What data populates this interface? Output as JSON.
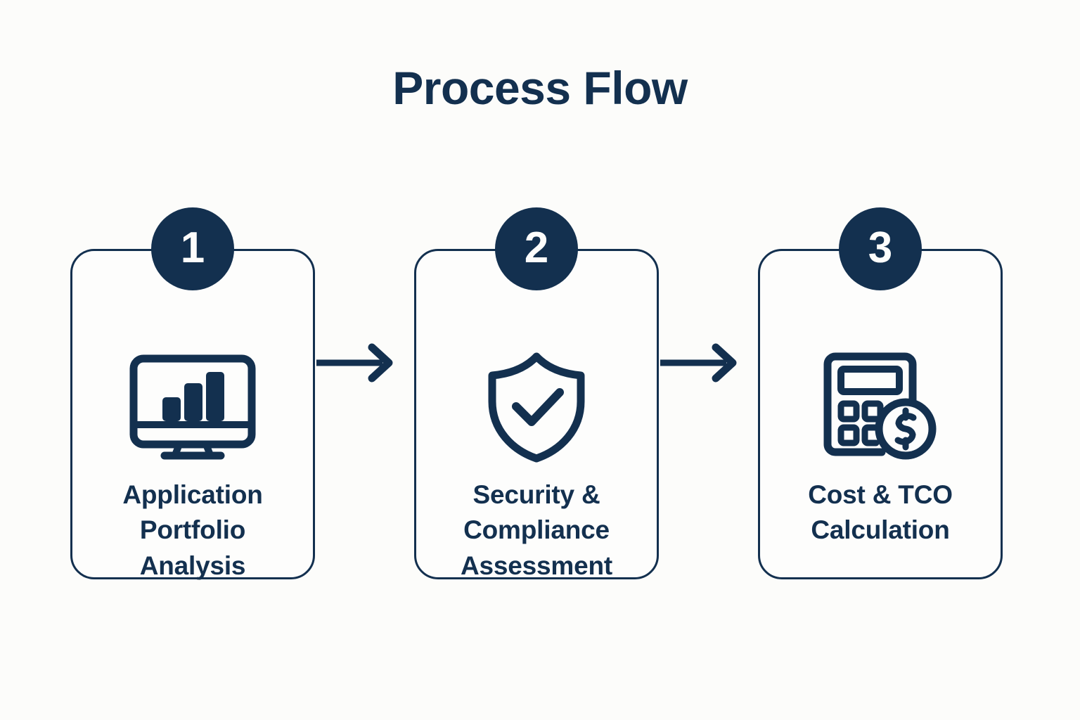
{
  "page": {
    "title": "Process Flow",
    "background_color": "#fcfcfa",
    "accent_color": "#13304f"
  },
  "flow": {
    "steps": [
      {
        "number": "1",
        "label": "Application Portfolio Analysis",
        "label_lines": [
          "Application",
          "Portfolio",
          "Analysis"
        ],
        "icon": "monitor-bar-chart-icon"
      },
      {
        "number": "2",
        "label": "Security & Compliance Assessment",
        "label_lines": [
          "Security &",
          "Compliance",
          "Assessment"
        ],
        "icon": "shield-check-icon"
      },
      {
        "number": "3",
        "label": "Cost & TCO Calculation",
        "label_lines": [
          "Cost & TCO",
          "Calculation"
        ],
        "icon": "calculator-dollar-icon"
      }
    ],
    "connectors": [
      {
        "name": "arrow-step1-to-step2",
        "direction": "right"
      },
      {
        "name": "arrow-step2-to-step3",
        "direction": "right"
      }
    ]
  }
}
